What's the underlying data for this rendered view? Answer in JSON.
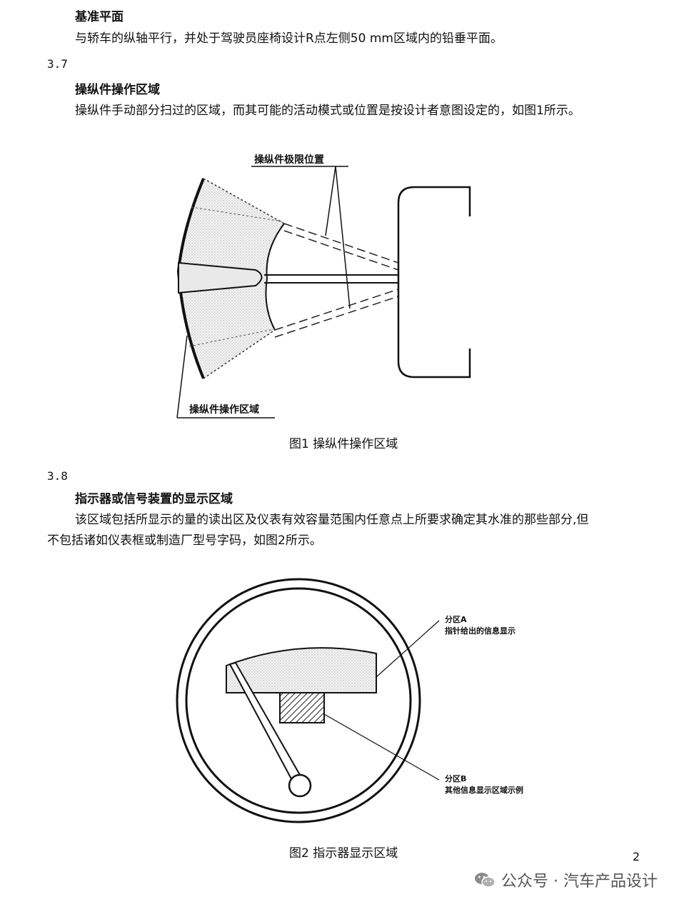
{
  "section_ref_plane": {
    "title": "基准平面",
    "body": "与轿车的纵轴平行，并处于驾驶员座椅设计R点左侧50 mm区域内的铅垂平面。"
  },
  "section_3_7": {
    "number": "3.7",
    "title": "操纵件操作区域",
    "body": "操纵件手动部分扫过的区域，而其可能的活动模式或位置是按设计者意图设定的，如图1所示。"
  },
  "figure1": {
    "label_limit": "操纵件极限位置",
    "label_area": "操纵件操作区域",
    "caption": "图1 操纵件操作区域"
  },
  "section_3_8": {
    "number": "3.8",
    "title": "指示器或信号装置的显示区域",
    "body_line1": "该区域包括所显示的量的读出区及仪表有效容量范围内任意点上所要求确定其水准的那些部分,但",
    "body_line2": "不包括诸如仪表框或制造厂型号字码，如图2所示。"
  },
  "figure2": {
    "zone_a_title": "分区A",
    "zone_a_desc": "指针给出的信息显示",
    "zone_b_title": "分区B",
    "zone_b_desc": "其他信息显示区域示例",
    "caption": "图2 指示器显示区域"
  },
  "page_number": "2",
  "watermark": {
    "text": "公众号 · 汽车产品设计",
    "icon": "wechat-icon"
  }
}
